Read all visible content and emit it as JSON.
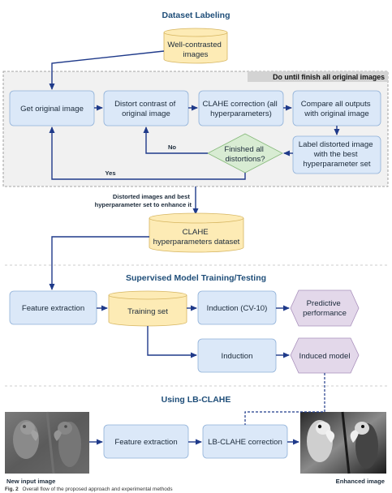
{
  "sections": {
    "labeling_title": "Dataset Labeling",
    "training_title": "Supervised Model Training/Testing",
    "using_title": "Using LB-CLAHE"
  },
  "loop_label": "Do until finish all original images",
  "nodes": {
    "well_contrasted": [
      "Well-contrasted",
      "images"
    ],
    "get_original": [
      "Get original image"
    ],
    "distort_contrast": [
      "Distort contrast of",
      "original image"
    ],
    "clahe_correction": [
      "CLAHE correction (all",
      "hyperparameters)"
    ],
    "compare_outputs": [
      "Compare all outputs",
      "with original image"
    ],
    "label_distorted": [
      "Label distorted image",
      "with the best",
      "hyperparameter set"
    ],
    "finished_all": [
      "Finished all",
      "distortions?"
    ],
    "clahe_dataset": [
      "CLAHE",
      "hyperparameters dataset"
    ],
    "feature_extraction_1": [
      "Feature extraction"
    ],
    "training_set": [
      "Training set"
    ],
    "induction_cv": [
      "Induction (CV-10)"
    ],
    "predictive_performance": [
      "Predictive",
      "performance"
    ],
    "induction": [
      "Induction"
    ],
    "induced_model": [
      "Induced model"
    ],
    "feature_extraction_2": [
      "Feature extraction"
    ],
    "lbclahe_correction": [
      "LB-CLAHE correction"
    ]
  },
  "edge_labels": {
    "no": "No",
    "yes": "Yes",
    "distorted_images": [
      "Distorted images and best",
      "hyperparameter set to enhance it"
    ]
  },
  "image_labels": {
    "input": "New input image",
    "output": "Enhanced image"
  },
  "caption": {
    "prefix": "Fig. 2",
    "text": "Overall flow of the proposed approach and experimental methods"
  },
  "colors": {
    "process_fill": "#dbe8f8",
    "process_stroke": "#8fb0d8",
    "database_fill": "#fdebb5",
    "database_stroke": "#d6b560",
    "decision_fill": "#d8ecd3",
    "decision_stroke": "#86b97a",
    "output_fill": "#e3d8ea",
    "output_stroke": "#a990bc",
    "arrow": "#1f3a8a",
    "title": "#1f4e79",
    "loop_background": "#f1f1f1",
    "loop_header": "#d3d3d3"
  }
}
